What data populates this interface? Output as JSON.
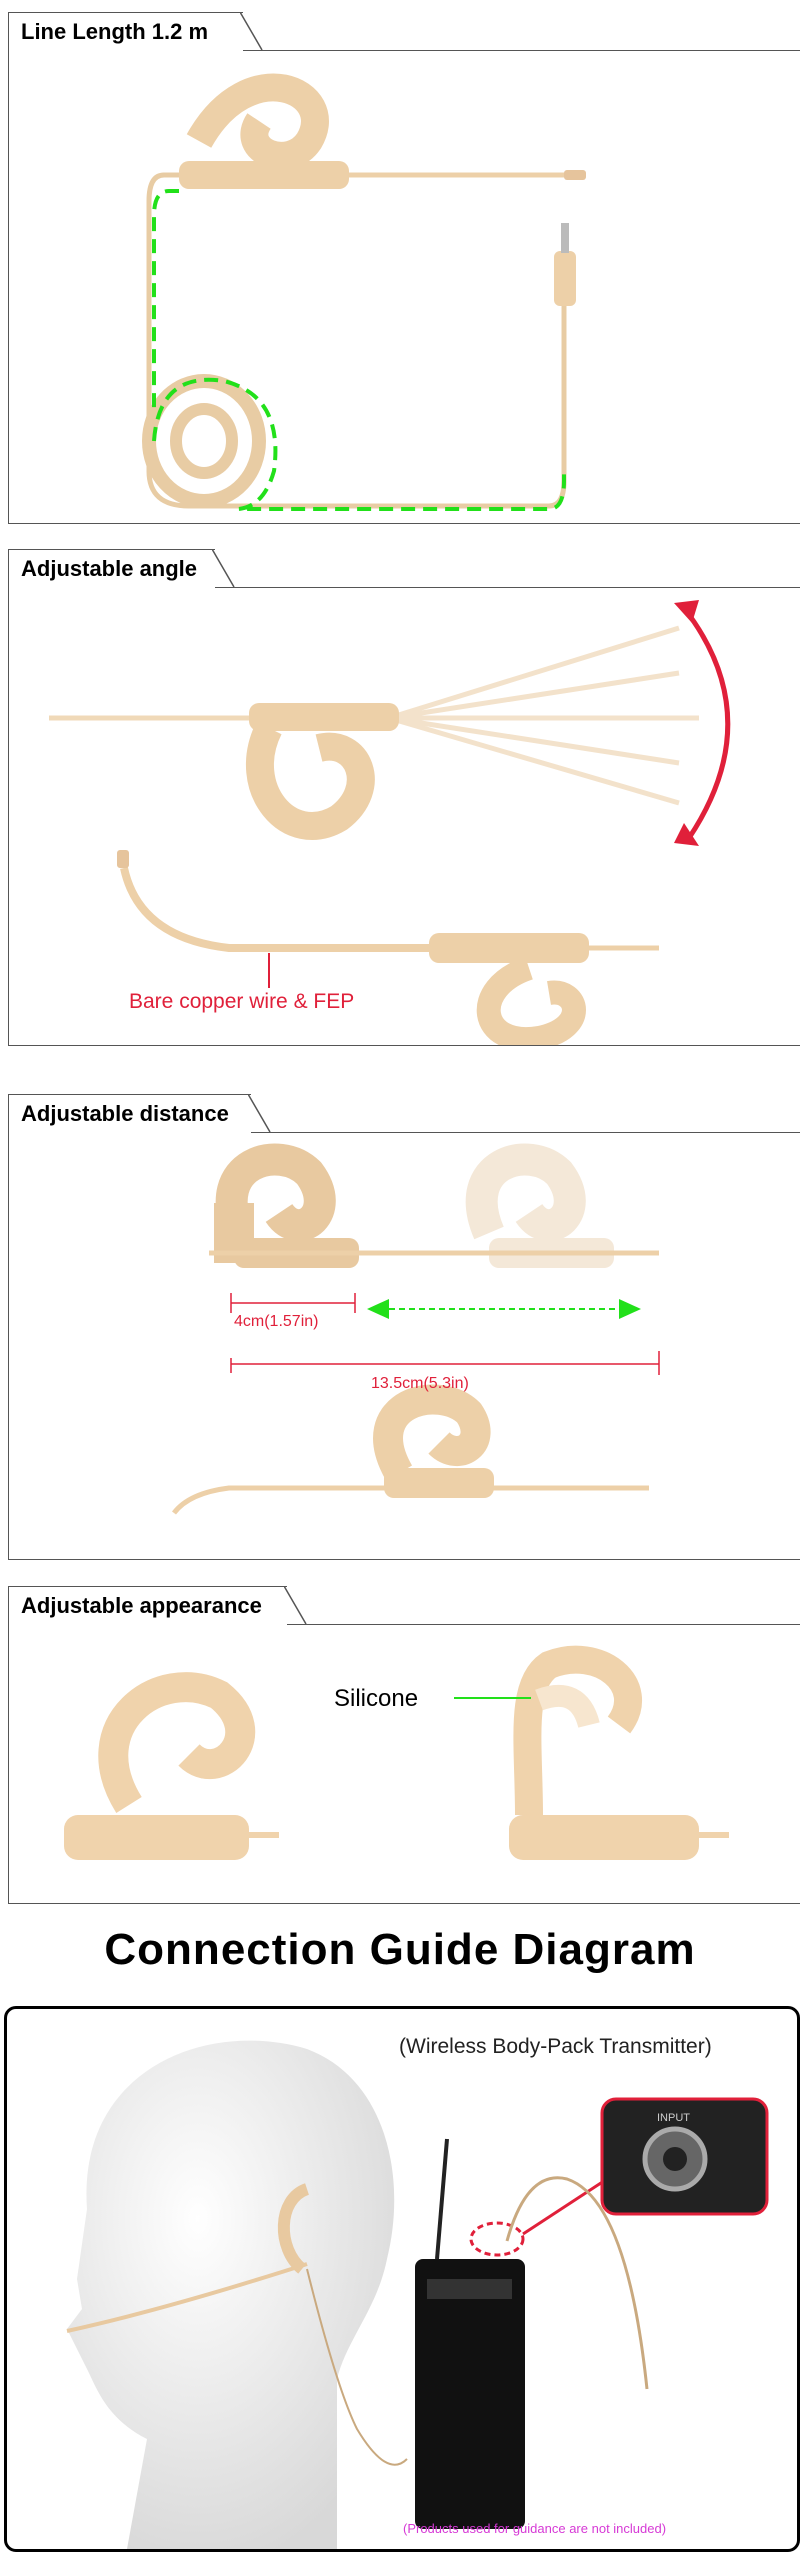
{
  "sections": [
    {
      "title": "Line Length 1.2 m"
    },
    {
      "title": "Adjustable angle",
      "annotation": "Bare copper wire & FEP"
    },
    {
      "title": "Adjustable distance",
      "measure_short": "4cm(1.57in)",
      "measure_long": "13.5cm(5.3in)"
    },
    {
      "title": "Adjustable appearance",
      "annotation": "Silicone"
    }
  ],
  "guide": {
    "title": "Connection Guide Diagram",
    "transmitter_label": "(Wireless Body-Pack Transmitter)",
    "input_label": "INPUT",
    "disclaimer": "(Products used for guidance are not included)"
  },
  "colors": {
    "skin": "#edd0a8",
    "green": "#22e01a",
    "red": "#e0203a",
    "magenta": "#d63ad6"
  }
}
